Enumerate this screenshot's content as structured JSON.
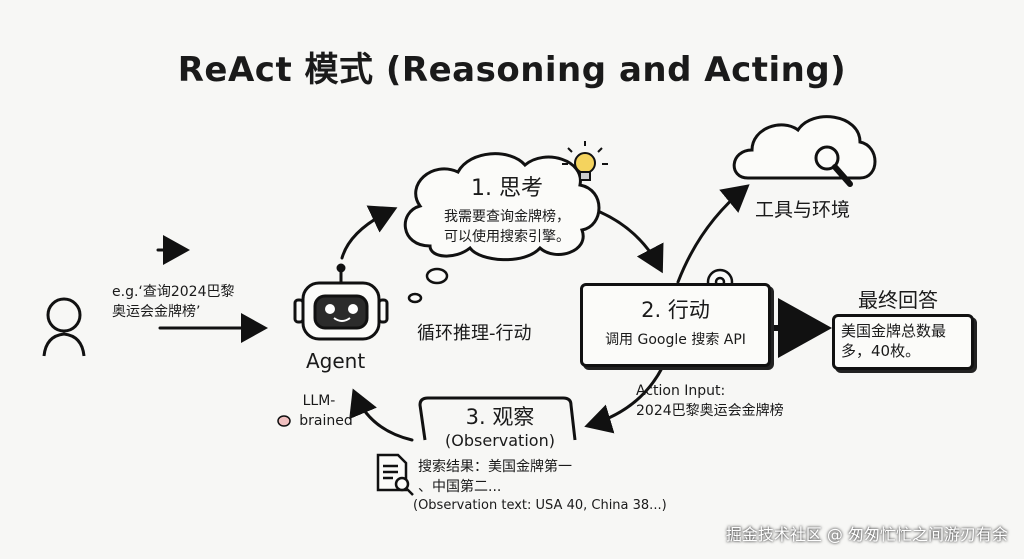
{
  "title": "ReAct 模式 (Reasoning and Acting)",
  "user_query": {
    "line1": "e.g.‘查询2024巴黎",
    "line2": "奥运会金牌榜’"
  },
  "agent": {
    "label": "Agent",
    "brain_note_line1": "LLM-",
    "brain_note_line2": "brained"
  },
  "loop_label": "循环推理-行动",
  "think": {
    "title": "1. 思考",
    "line1": "我需要查询金牌榜，",
    "line2": "可以使用搜索引擎。"
  },
  "act": {
    "title": "2. 行动",
    "desc": "调用 Google 搜索 API"
  },
  "tools": {
    "label": "工具与环境"
  },
  "action_input": {
    "line1": "Action Input:",
    "line2": "2024巴黎奥运会金牌榜"
  },
  "observe": {
    "title": "3. 观察",
    "subtitle": "(Observation)",
    "result_line1": "搜索结果：美国金牌第一",
    "result_line2": "、中国第二...",
    "raw": "(Observation text: USA 40, China 38...)"
  },
  "final": {
    "title": "最终回答",
    "line1": "美国金牌总数最",
    "line2": "多，40枚。"
  },
  "watermark": "掘金技术社区 @ 匆匆忙忙之间游刃有余",
  "icons": [
    "user-icon",
    "robot-icon",
    "lightbulb-icon",
    "gear-icon",
    "cloud-icon",
    "magnifier-icon",
    "document-icon",
    "brain-icon"
  ]
}
